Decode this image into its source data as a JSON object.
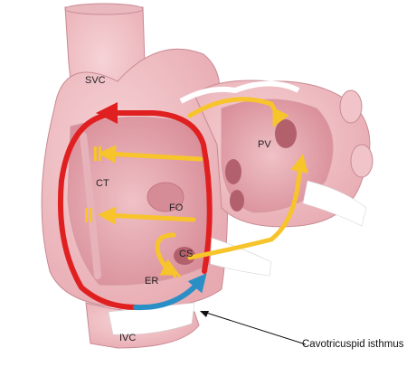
{
  "labels": {
    "svc": "SVC",
    "pv": "PV",
    "ct": "CT",
    "fo": "FO",
    "cs": "CS",
    "er": "ER",
    "ivc": "IVC",
    "callout": "Cavotricuspid isthmus"
  },
  "colors": {
    "tissue": "#f2c3c7",
    "tissue_dark": "#e3a2aa",
    "chamber": "#e9b1b8",
    "red_arrow": "#e02020",
    "yellow_arrow": "#f7c42b",
    "blue_arrow": "#2a8fc4",
    "white_cut": "#ffffff"
  },
  "icons": [
    "red-activation-arrow",
    "yellow-activation-arrow",
    "blue-isthmus-arrow",
    "block-marker-icon"
  ]
}
